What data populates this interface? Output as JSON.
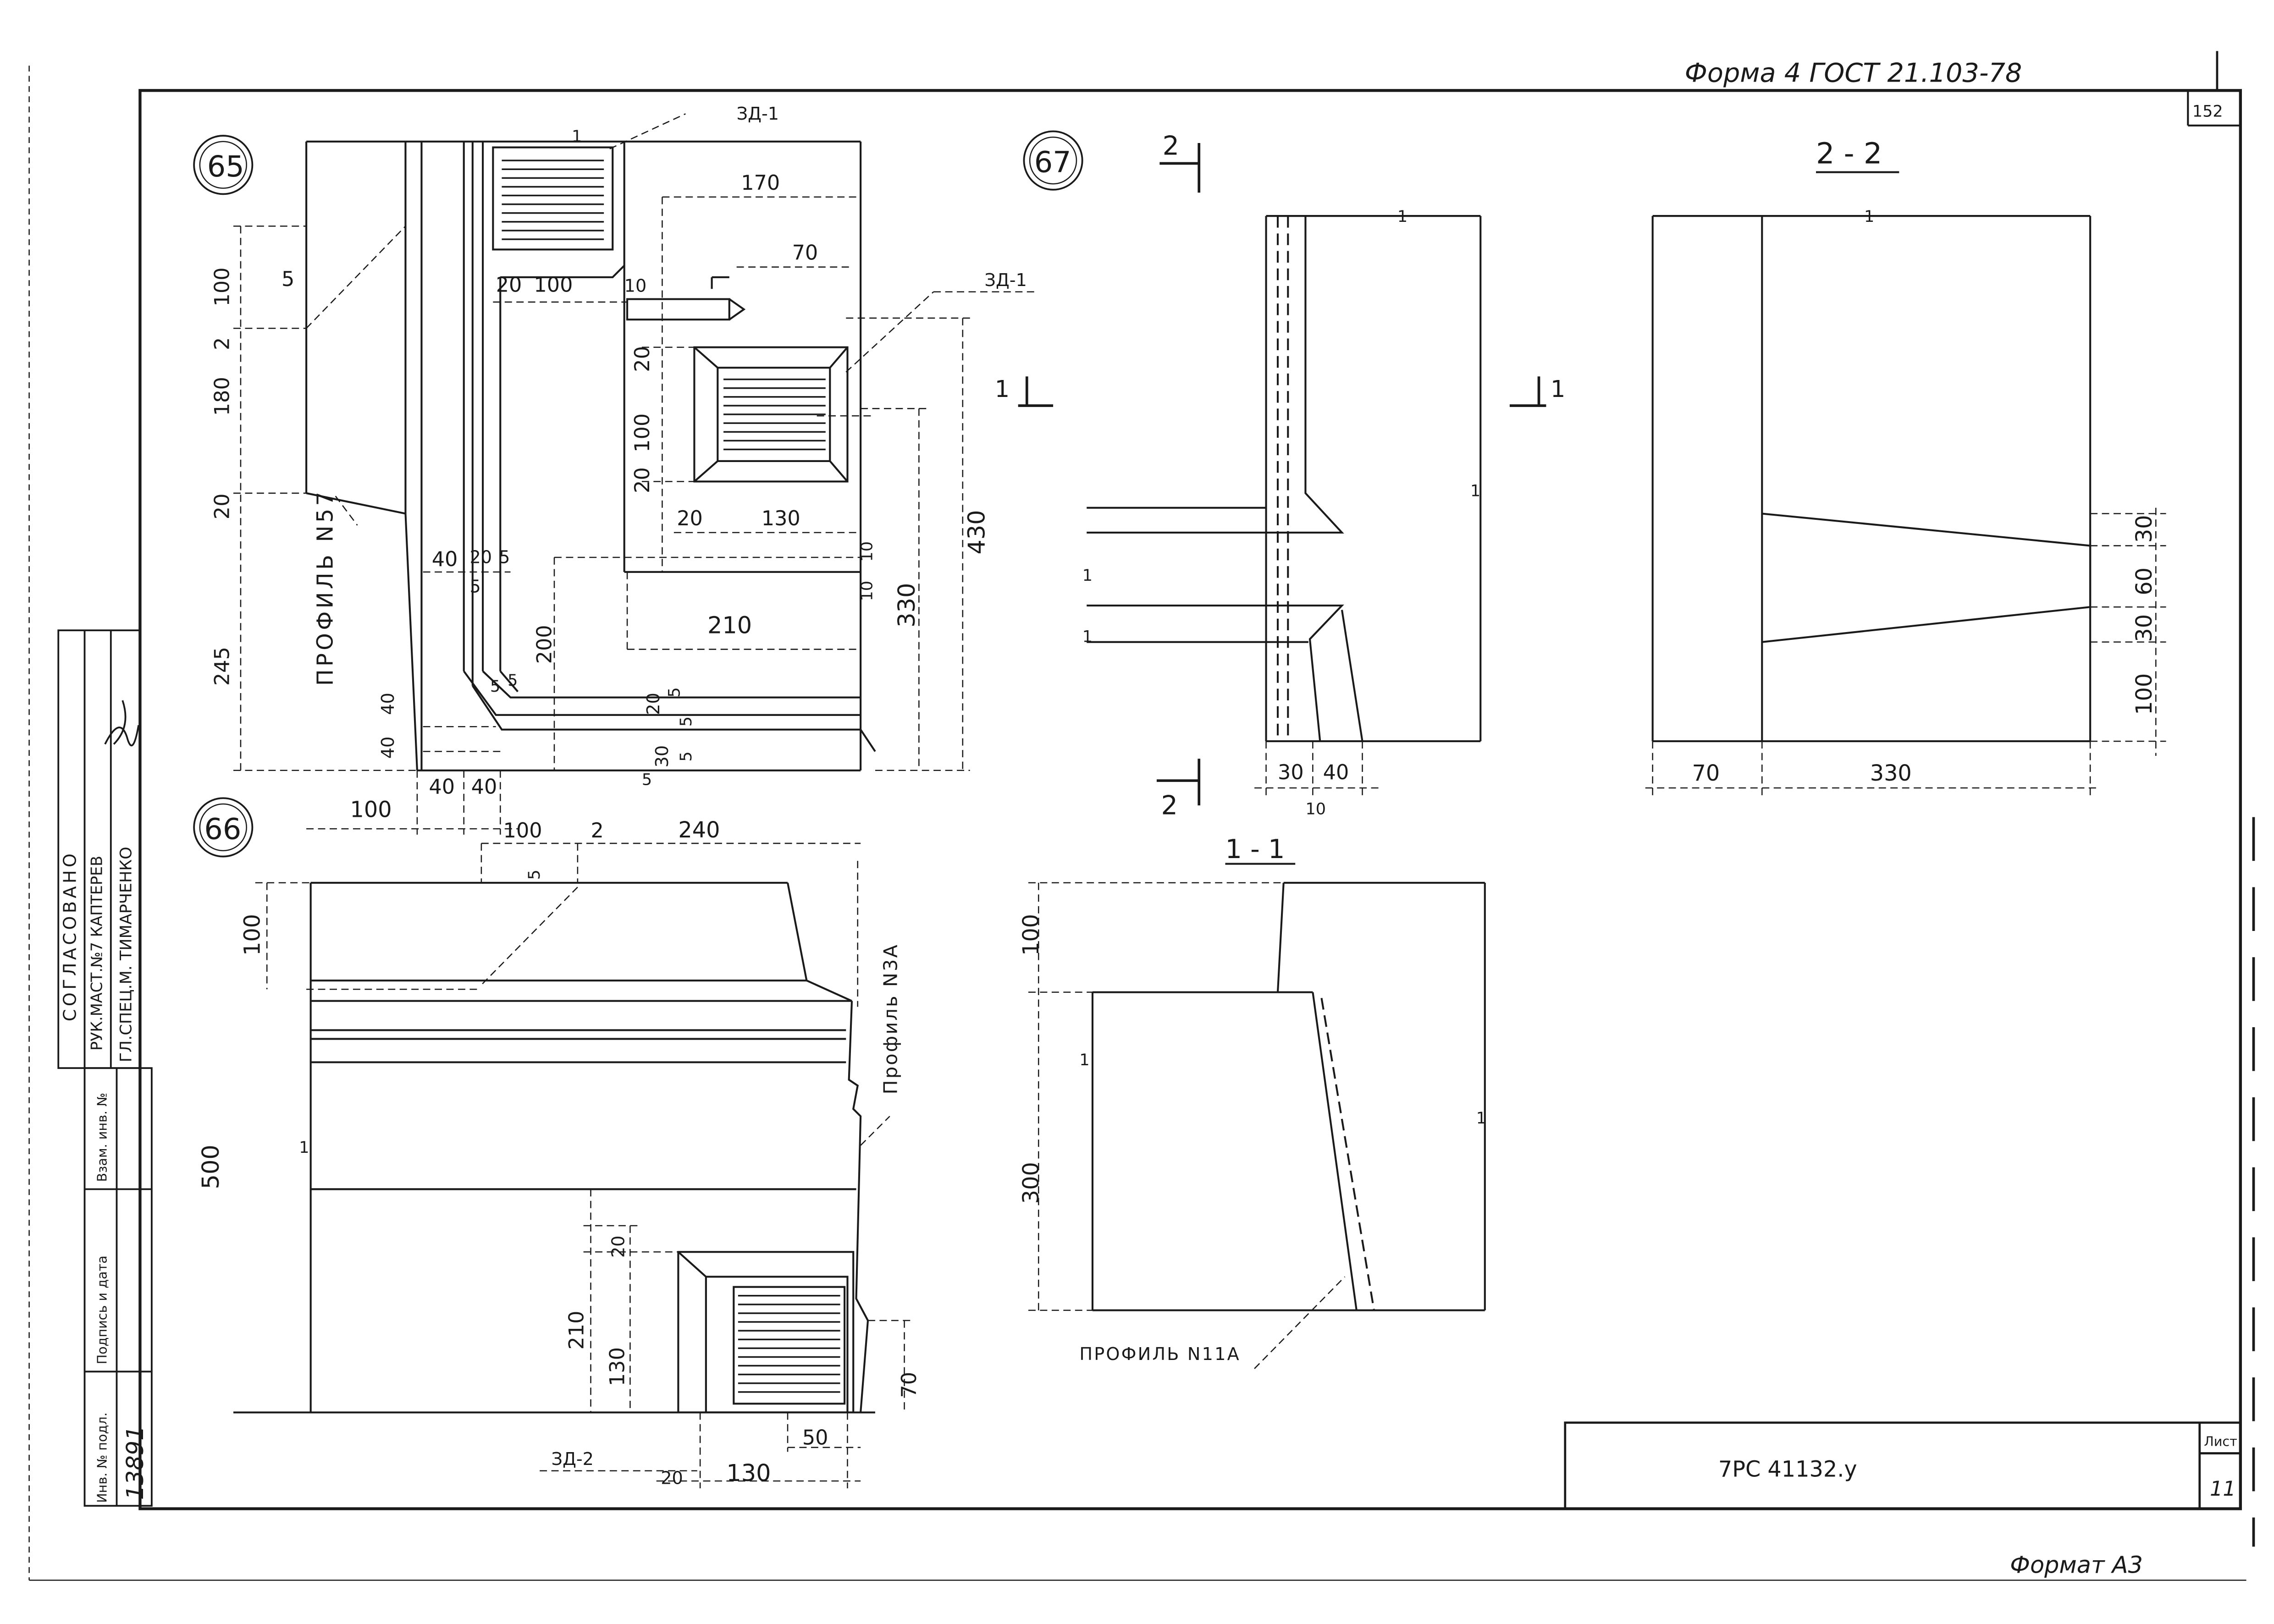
{
  "header": {
    "form_note": "Форма 4 ГОСТ 21.103-78",
    "corner_number": "152"
  },
  "footer": {
    "format_note": "Формат А3"
  },
  "title_block": {
    "code": "7РС 41132.у",
    "sheet_label": "Лист",
    "sheet_number": "11"
  },
  "approval": {
    "heading": "СОГЛАСОВАНО",
    "line1": "РУК.МАСТ.№7 КАПТЕРЕВ",
    "line2": "ГЛ.СПЕЦ.М. ТИМАРЧЕНКО"
  },
  "stamp": {
    "col_inv_podl": "Инв. № подл.",
    "col_sign_date": "Подпись и дата",
    "col_vzam_inv": "Взам. инв. №",
    "inv_value": "13891"
  },
  "fig65": {
    "circle": "65",
    "embed_top": "ЗД-1",
    "embed_right": "ЗД-1",
    "profile": "ПРОФИЛЬ N57",
    "dims": {
      "d170": "170",
      "d70": "70",
      "d20a": "20",
      "d100a": "100",
      "d10a": "10",
      "l5": "5",
      "l100": "100",
      "l2": "2",
      "l180": "180",
      "l20": "20",
      "l245": "245",
      "d20b": "20",
      "d100b": "100",
      "d20c": "20",
      "d20d": "20",
      "d130": "130",
      "d10r": "10",
      "d430": "430",
      "d330": "330",
      "d210": "210",
      "d10b": "10",
      "d40a": "40",
      "d20e": "20",
      "d5a": "5",
      "d5b": "5",
      "d200": "200",
      "d5c": "5",
      "d5d": "5",
      "d40b": "40",
      "d40c": "40",
      "d20f": "20",
      "d5e": "5",
      "d5f": "5",
      "d5g": "5",
      "d30": "30",
      "d5h": "5",
      "b100": "100",
      "b40a": "40",
      "b40b": "40"
    }
  },
  "fig66": {
    "circle": "66",
    "profile": "Профиль N3A",
    "embed": "ЗД-2",
    "dims": {
      "t100": "100",
      "t2": "2",
      "t240": "240",
      "t5": "5",
      "l100": "100",
      "l500": "500",
      "l20": "20",
      "l210": "210",
      "l130": "130",
      "r70": "70",
      "b50": "50",
      "b20": "20",
      "b130": "130"
    }
  },
  "fig67": {
    "circle": "67",
    "cut2": "2",
    "cut1": "1",
    "dims": {
      "d30": "30",
      "d40": "40",
      "d10": "10"
    }
  },
  "sec11": {
    "title": "1 - 1",
    "profile": "ПРОФИЛЬ N11А",
    "dims": {
      "d100": "100",
      "d300": "300"
    }
  },
  "sec22": {
    "title": "2 - 2",
    "dims": {
      "d70": "70",
      "d330": "330",
      "d30": "30",
      "d60": "60",
      "d30b": "30",
      "d100": "100"
    }
  },
  "break_mark": "1"
}
